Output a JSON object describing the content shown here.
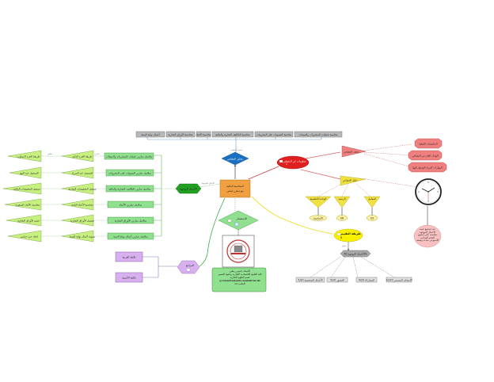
{
  "central_topic": {
    "line1": "المحاسبة المالية",
    "line2": "مع متكرر لبناس"
  },
  "top_branch": {
    "node": "محاور المقياس",
    "link_label": "محاور المقياس",
    "items": [
      "محاسبة عمليات المشتريات والمبيعات",
      "محاسبة التسويات على المخزونات",
      "محاسبة التكاليف التجارية والمالية",
      "محاسبة الأعباء",
      "محاسبة الأوراق التجارية",
      "أعمال نهاية السنة"
    ]
  },
  "tutorials": {
    "node": "الأعمال الموجهة",
    "link_label": "الأعمال الموجهة",
    "series": [
      {
        "label": "سلاسل تمارين عمليات المشتريات والمبيعات",
        "step1": "طريقة الجرد الدائم",
        "step2": "طريقة الجرد المتناوب"
      },
      {
        "label": "سلاسل تمارين التسويات على المخزونات",
        "step1": "التسجيل عند الشراء",
        "step2": "التسجيل عند البيع"
      },
      {
        "label": "سلاسل تمارين التكاليف التجارية والمالية",
        "step1": "تسجيل التخفيضات التجارية",
        "step2": "تسجيل التخفيضات المالية"
      },
      {
        "label": "سلاسل تمارين الأعباء",
        "step1": "محاسبة الأعباء الثابتة",
        "step2": "محاسبة الأعباء المتغيرة"
      },
      {
        "label": "سلاسل تمارين الأوراق التجارية",
        "step1": "تحصيل الأوراق التجارية",
        "step2": "خصم الأوراق التجارية"
      },
      {
        "label": "سلاسل تمارين أعمال نهاية السنة",
        "step1": "تسوية أعمال نهاية السنة",
        "step2": "إعداد جرد ختامي"
      }
    ],
    "connector_labels": [
      "تمارين",
      "تطبيق"
    ]
  },
  "course_info": {
    "node": "معلومات عن المقياس",
    "badge": "1",
    "description": {
      "node": "وصف المقياس",
      "items": [
        "المكتسبات القبلية",
        "الهدف العام من المقياس",
        "المهارات المراد الوصول إليها"
      ]
    },
    "details": {
      "node": "دليل المقياس",
      "items": [
        {
          "label": "الوحدة التعليمية",
          "value": "الأساسية"
        },
        {
          "label": "الرصيد",
          "value": "06"
        },
        {
          "label": "المعامل",
          "value": "03"
        }
      ]
    },
    "schedule_note": "عدد أسابيع حصة الأعمال الموجهة مقسمة على أسبوع الحجم الساعي الأسبوعي ساعة ونصف"
  },
  "evaluation": {
    "node": "طريقة التقييم",
    "badge": "8",
    "weight": "الأعمال الموجهة 40%",
    "criteria": [
      "الأعمال الشخصية 5/20",
      "الحضور 5/20",
      "المشاركة 4/20",
      "الامتحان المستمر 10/20"
    ],
    "link_label": "تقييم"
  },
  "contact": {
    "node": "للاستفسار",
    "lines": [
      "الأستاذ: ياسين ربطي",
      "كلية العلوم الاقتصادية التجارية وعلوم التسيير",
      "قسم العلوم التجارية",
      "y.remache@univ-soukahras.dz",
      "المكتب 14"
    ]
  },
  "references": {
    "node": "المراجع",
    "items": [
      "باللغة العربية",
      "باللغة الأجنبية"
    ]
  },
  "colors": {
    "central": "#f0a040",
    "info": "#e02020",
    "description": "#f08080",
    "details": "#f0e040",
    "tutorials": "#20a020",
    "series": "#90e090",
    "steps": "#c8f080",
    "top_items": "#b8b8b8",
    "references": "#d8b0f0",
    "top_node": "#1a70c0",
    "contact": "#90e090",
    "evaluation": "#f8f000"
  }
}
